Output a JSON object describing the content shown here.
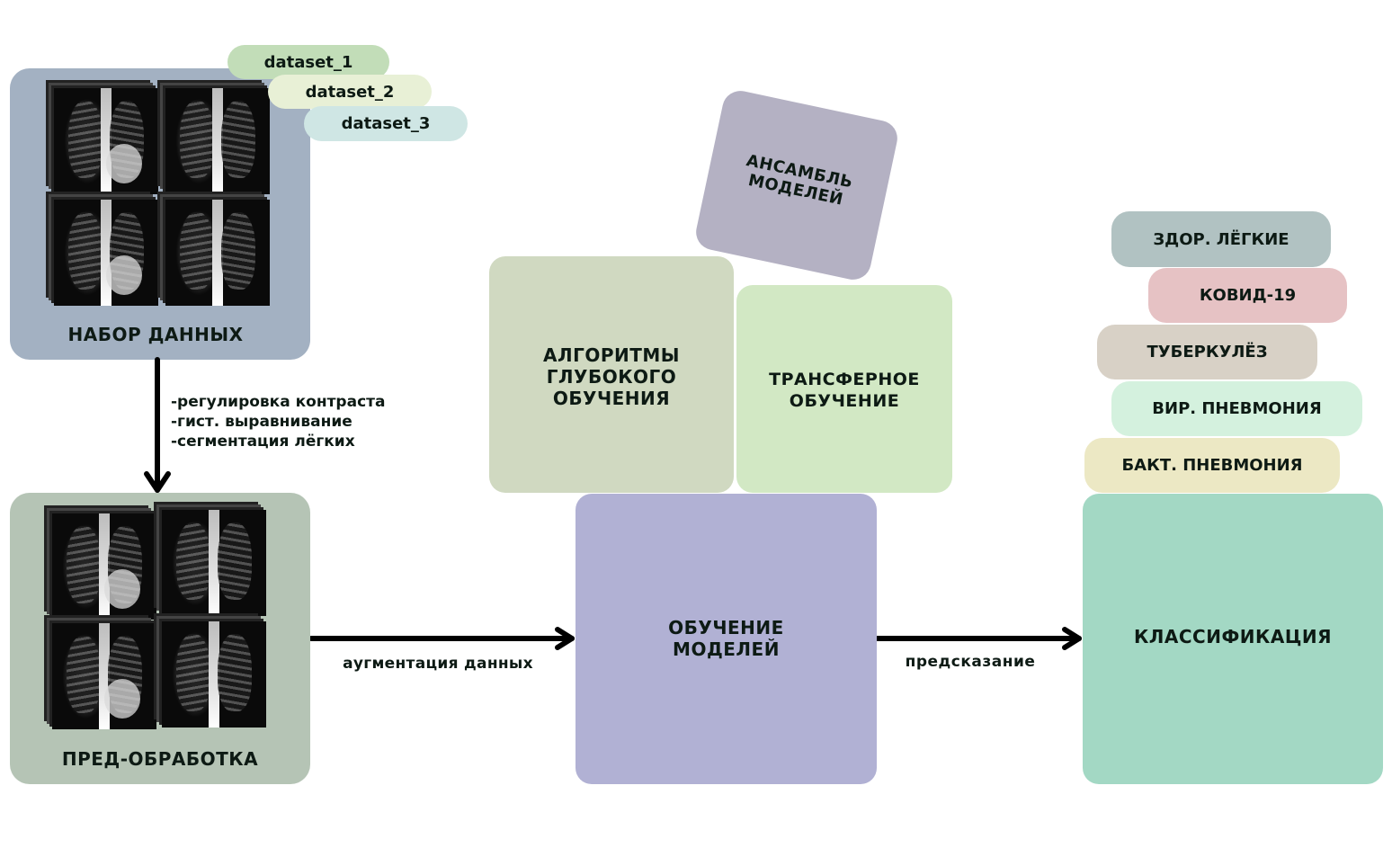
{
  "dataset_panel": {
    "title": "НАБОР ДАННЫХ",
    "tags": [
      "dataset_1",
      "dataset_2",
      "dataset_3"
    ]
  },
  "preprocessing_steps": [
    "-регулировка контраста",
    "-гист. выравнивание",
    "-сегментация лёгких"
  ],
  "preprocessing_panel": {
    "title": "ПРЕД-ОБРАБОТКА"
  },
  "augmentation_label": "аугментация данных",
  "deep_learning": {
    "title": "АЛГОРИТМЫ ГЛУБОКОГО ОБУЧЕНИЯ"
  },
  "transfer_learning": {
    "title": "ТРАНСФЕРНОЕ ОБУЧЕНИЕ"
  },
  "ensemble": {
    "title": "АНСАМБЛЬ МОДЕЛЕЙ"
  },
  "training": {
    "title": "ОБУЧЕНИЕ МОДЕЛЕЙ"
  },
  "prediction_label": "предсказание",
  "classification": {
    "title": "КЛАССИФИКАЦИЯ",
    "classes": [
      "ЗДОР. ЛЁГКИЕ",
      "КОВИД-19",
      "ТУБЕРКУЛЁЗ",
      "ВИР. ПНЕВМОНИЯ",
      "БАКТ. ПНЕВМОНИЯ"
    ]
  },
  "colors": {
    "dataset_panel": "#a3b1c2",
    "preprocessing_panel": "#b5c4b5",
    "deep_learning": "#d0d9c1",
    "transfer_learning": "#d2e8c4",
    "ensemble": "#b4b1c3",
    "training": "#b1b1d4",
    "classification": "#a3d8c4",
    "tag_1": "#c2ddb8",
    "tag_2": "#e8f0d6",
    "tag_3": "#cfe6e4",
    "class_1": "#b1c2c2",
    "class_2": "#e6c2c4",
    "class_3": "#d8d1c6",
    "class_4": "#d4f1de",
    "class_5": "#ece8c4"
  }
}
